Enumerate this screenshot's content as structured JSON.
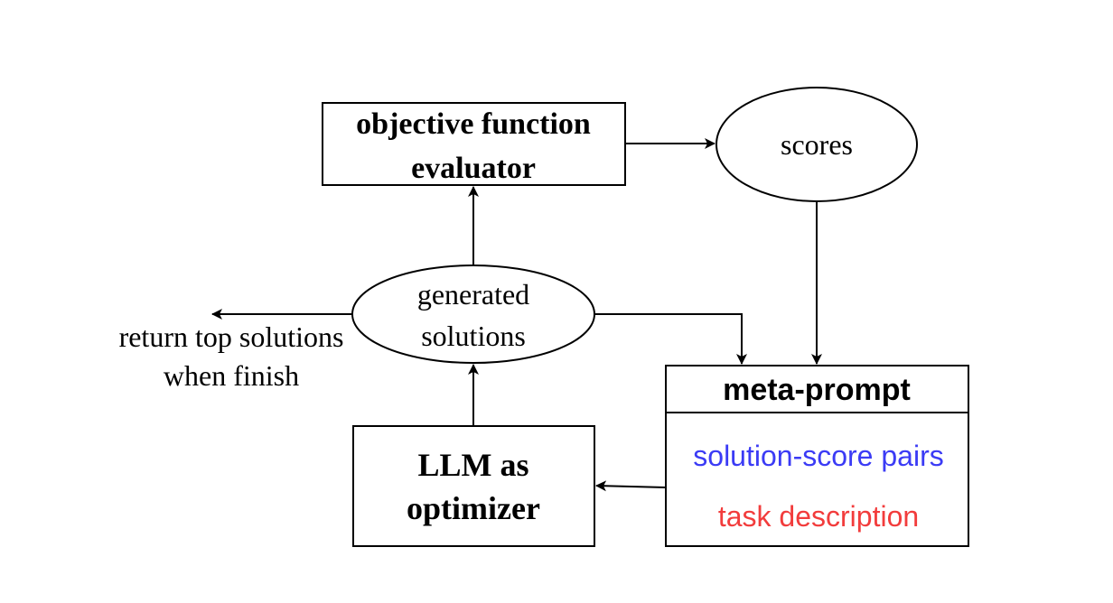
{
  "nodes": {
    "evaluator": {
      "line1": "objective function",
      "line2": "evaluator"
    },
    "scores": {
      "label": "scores"
    },
    "generated_solutions": {
      "line1": "generated",
      "line2": "solutions"
    },
    "llm_optimizer": {
      "line1": "LLM as",
      "line2": "optimizer"
    },
    "meta_prompt": {
      "title": "meta-prompt",
      "item1": "solution-score pairs",
      "item2": "task description"
    }
  },
  "return_label": {
    "line1": "return top solutions",
    "line2": "when finish"
  },
  "colors": {
    "stroke": "#000000",
    "solution_score_pairs": "#3b3bf5",
    "task_description": "#f23c3c"
  }
}
